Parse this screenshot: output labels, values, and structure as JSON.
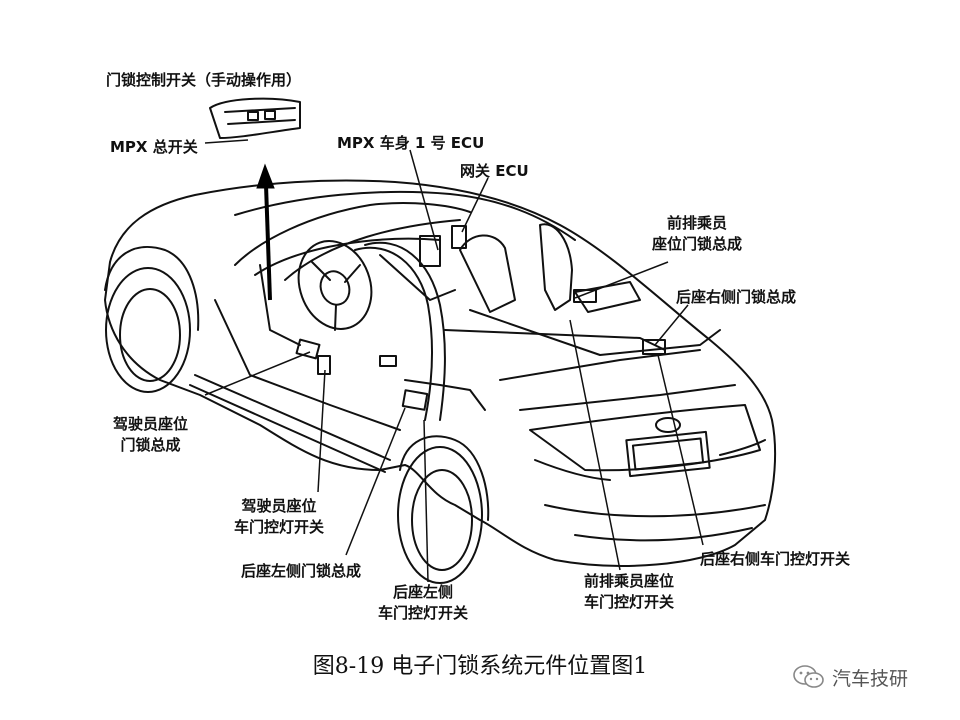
{
  "labels": {
    "manual_switch": "门锁控制开关（手动操作用）",
    "mpx_main_switch": "MPX 总开关",
    "mpx_body_ecu": "MPX 车身 1 号 ECU",
    "gateway_ecu": "网关 ECU",
    "front_passenger_lock": [
      "前排乘员",
      "座位门锁总成"
    ],
    "rear_right_lock": "后座右侧门锁总成",
    "driver_lock": [
      "驾驶员座位",
      "门锁总成"
    ],
    "driver_courtesy_switch": [
      "驾驶员座位",
      "车门控灯开关"
    ],
    "rear_left_lock": "后座左侧门锁总成",
    "rear_left_courtesy_switch": [
      "后座左侧",
      "车门控灯开关"
    ],
    "front_passenger_courtesy_switch": [
      "前排乘员座位",
      "车门控灯开关"
    ],
    "rear_right_courtesy_switch": "后座右侧车门控灯开关"
  },
  "caption": "图8-19 电子门锁系统元件位置图1",
  "watermark": {
    "text": "汽车技研",
    "icon": "wechat-icon"
  }
}
